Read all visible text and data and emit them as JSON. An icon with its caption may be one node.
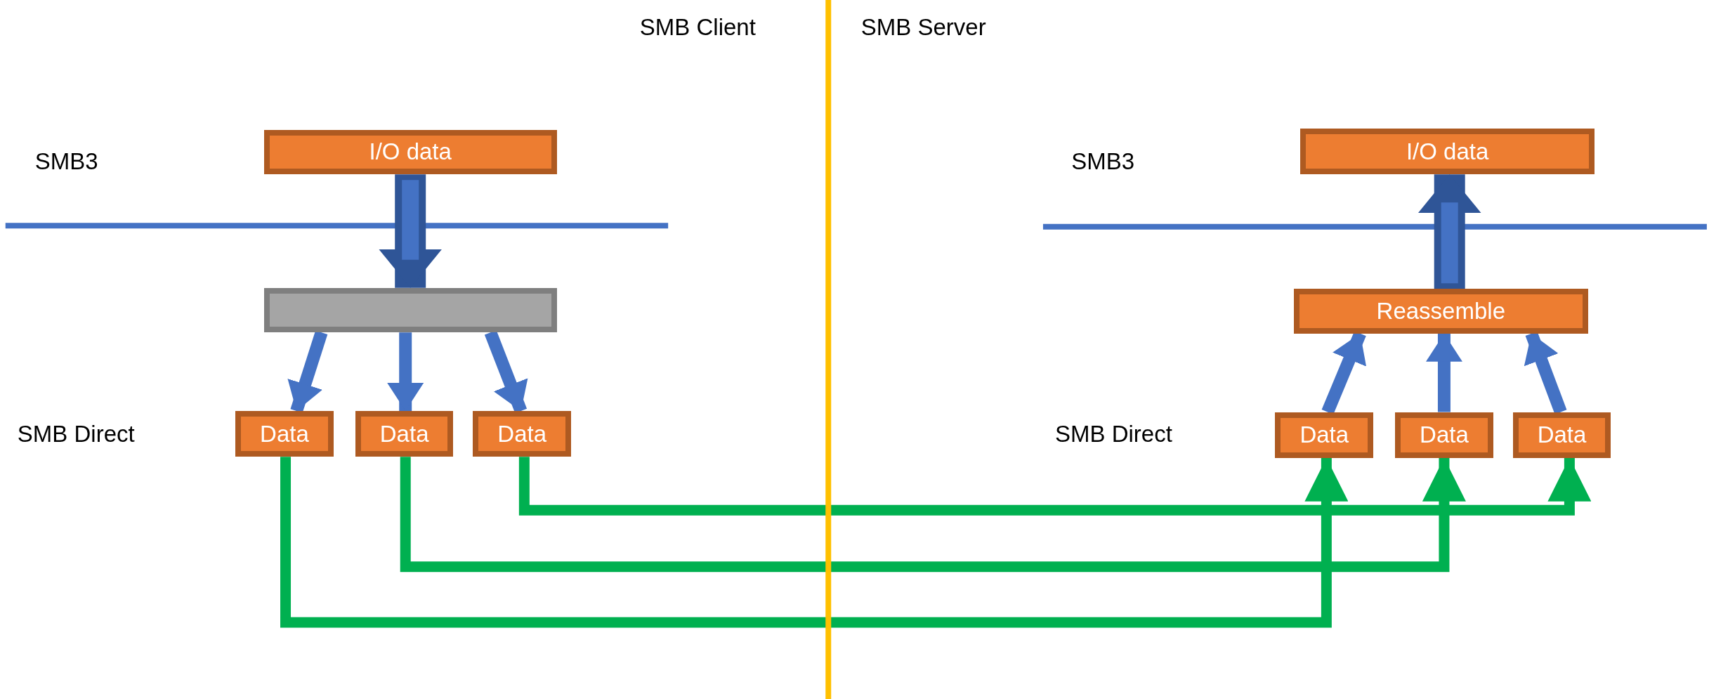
{
  "diagram": {
    "nodes": [
      {
        "text": [
          "I/O data"
        ]
      },
      {
        "text": [],
        "shape": "bar"
      },
      {
        "text": [
          "Data"
        ]
      },
      {
        "text": [
          "Data"
        ]
      },
      {
        "text": [
          "Data"
        ]
      },
      {
        "text": [
          "I/O data"
        ]
      },
      {
        "text": [
          "Reassemble"
        ]
      },
      {
        "text": [
          "Data"
        ]
      },
      {
        "text": [
          "Data"
        ]
      },
      {
        "text": [
          "Data"
        ]
      }
    ],
    "edges": [
      {
        "from": 0,
        "to": 1,
        "arrow": "to",
        "style": "thick"
      },
      {
        "from": 1,
        "to": 2,
        "arrow": "to"
      },
      {
        "from": 1,
        "to": 3,
        "arrow": "to"
      },
      {
        "from": 1,
        "to": 4,
        "arrow": "to"
      },
      {
        "from": 2,
        "to": 7,
        "arrow": "to",
        "color": "#00b050"
      },
      {
        "from": 3,
        "to": 8,
        "arrow": "to",
        "color": "#00b050"
      },
      {
        "from": 4,
        "to": 9,
        "arrow": "to",
        "color": "#00b050"
      },
      {
        "from": 7,
        "to": 6,
        "arrow": "to"
      },
      {
        "from": 8,
        "to": 6,
        "arrow": "to"
      },
      {
        "from": 9,
        "to": 6,
        "arrow": "to"
      },
      {
        "from": 6,
        "to": 5,
        "arrow": "to",
        "style": "thick"
      }
    ],
    "labels": [
      "SMB Client",
      "SMB Server",
      "SMB3",
      "SMB3",
      "SMB Direct",
      "SMB Direct"
    ]
  }
}
